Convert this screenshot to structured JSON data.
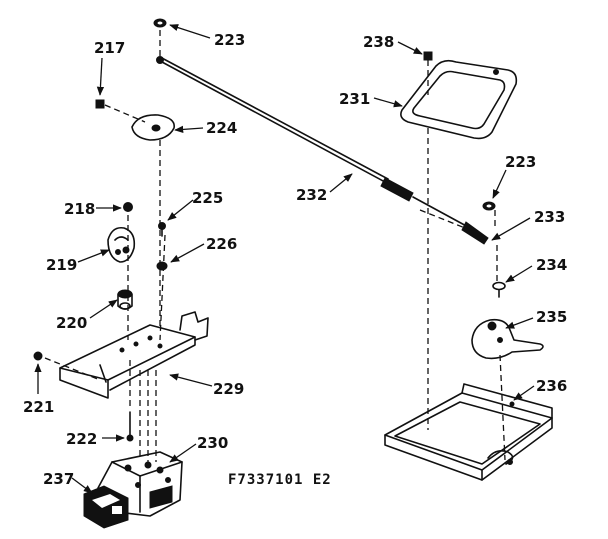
{
  "figure_code": "F7337101 E2",
  "callouts": {
    "c217": "217",
    "c218": "218",
    "c219": "219",
    "c220": "220",
    "c221": "221",
    "c222": "222",
    "c223a": "223",
    "c223b": "223",
    "c224": "224",
    "c225": "225",
    "c226": "226",
    "c229": "229",
    "c230": "230",
    "c231": "231",
    "c232": "232",
    "c233": "233",
    "c234": "234",
    "c235": "235",
    "c236": "236",
    "c237": "237",
    "c238": "238"
  }
}
